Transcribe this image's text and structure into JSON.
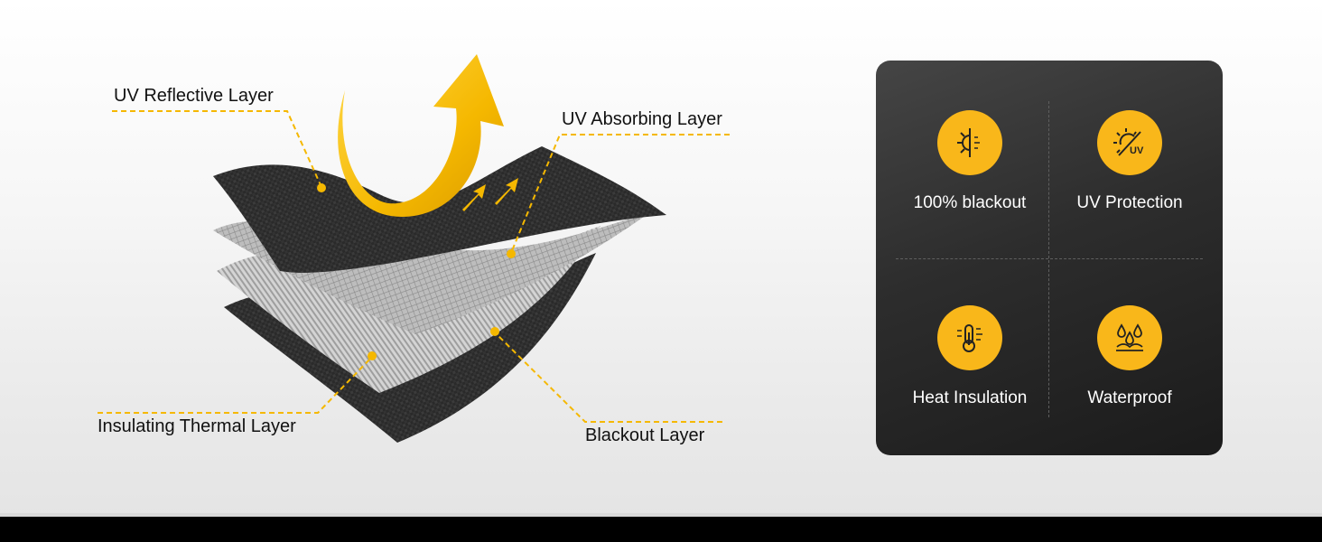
{
  "layers": {
    "uv_reflective": "UV Reflective Layer",
    "uv_absorbing": "UV Absorbing Layer",
    "insulating_thermal": "Insulating Thermal Layer",
    "blackout": "Blackout Layer"
  },
  "features": {
    "blackout": {
      "label": "100% blackout",
      "icon": "half-sun-icon"
    },
    "uv_protection": {
      "label": "UV Protection",
      "icon": "sun-uv-icon",
      "icon_text": "UV"
    },
    "heat_insulation": {
      "label": "Heat Insulation",
      "icon": "thermometer-sun-icon"
    },
    "waterproof": {
      "label": "Waterproof",
      "icon": "water-drops-icon"
    }
  },
  "colors": {
    "accent": "#f9b71a",
    "card_background": "#2d2d2d",
    "fabric_dark": "#2a2a2a",
    "fabric_silver": "#c8c8c8",
    "bottom_bar": "#000000"
  }
}
